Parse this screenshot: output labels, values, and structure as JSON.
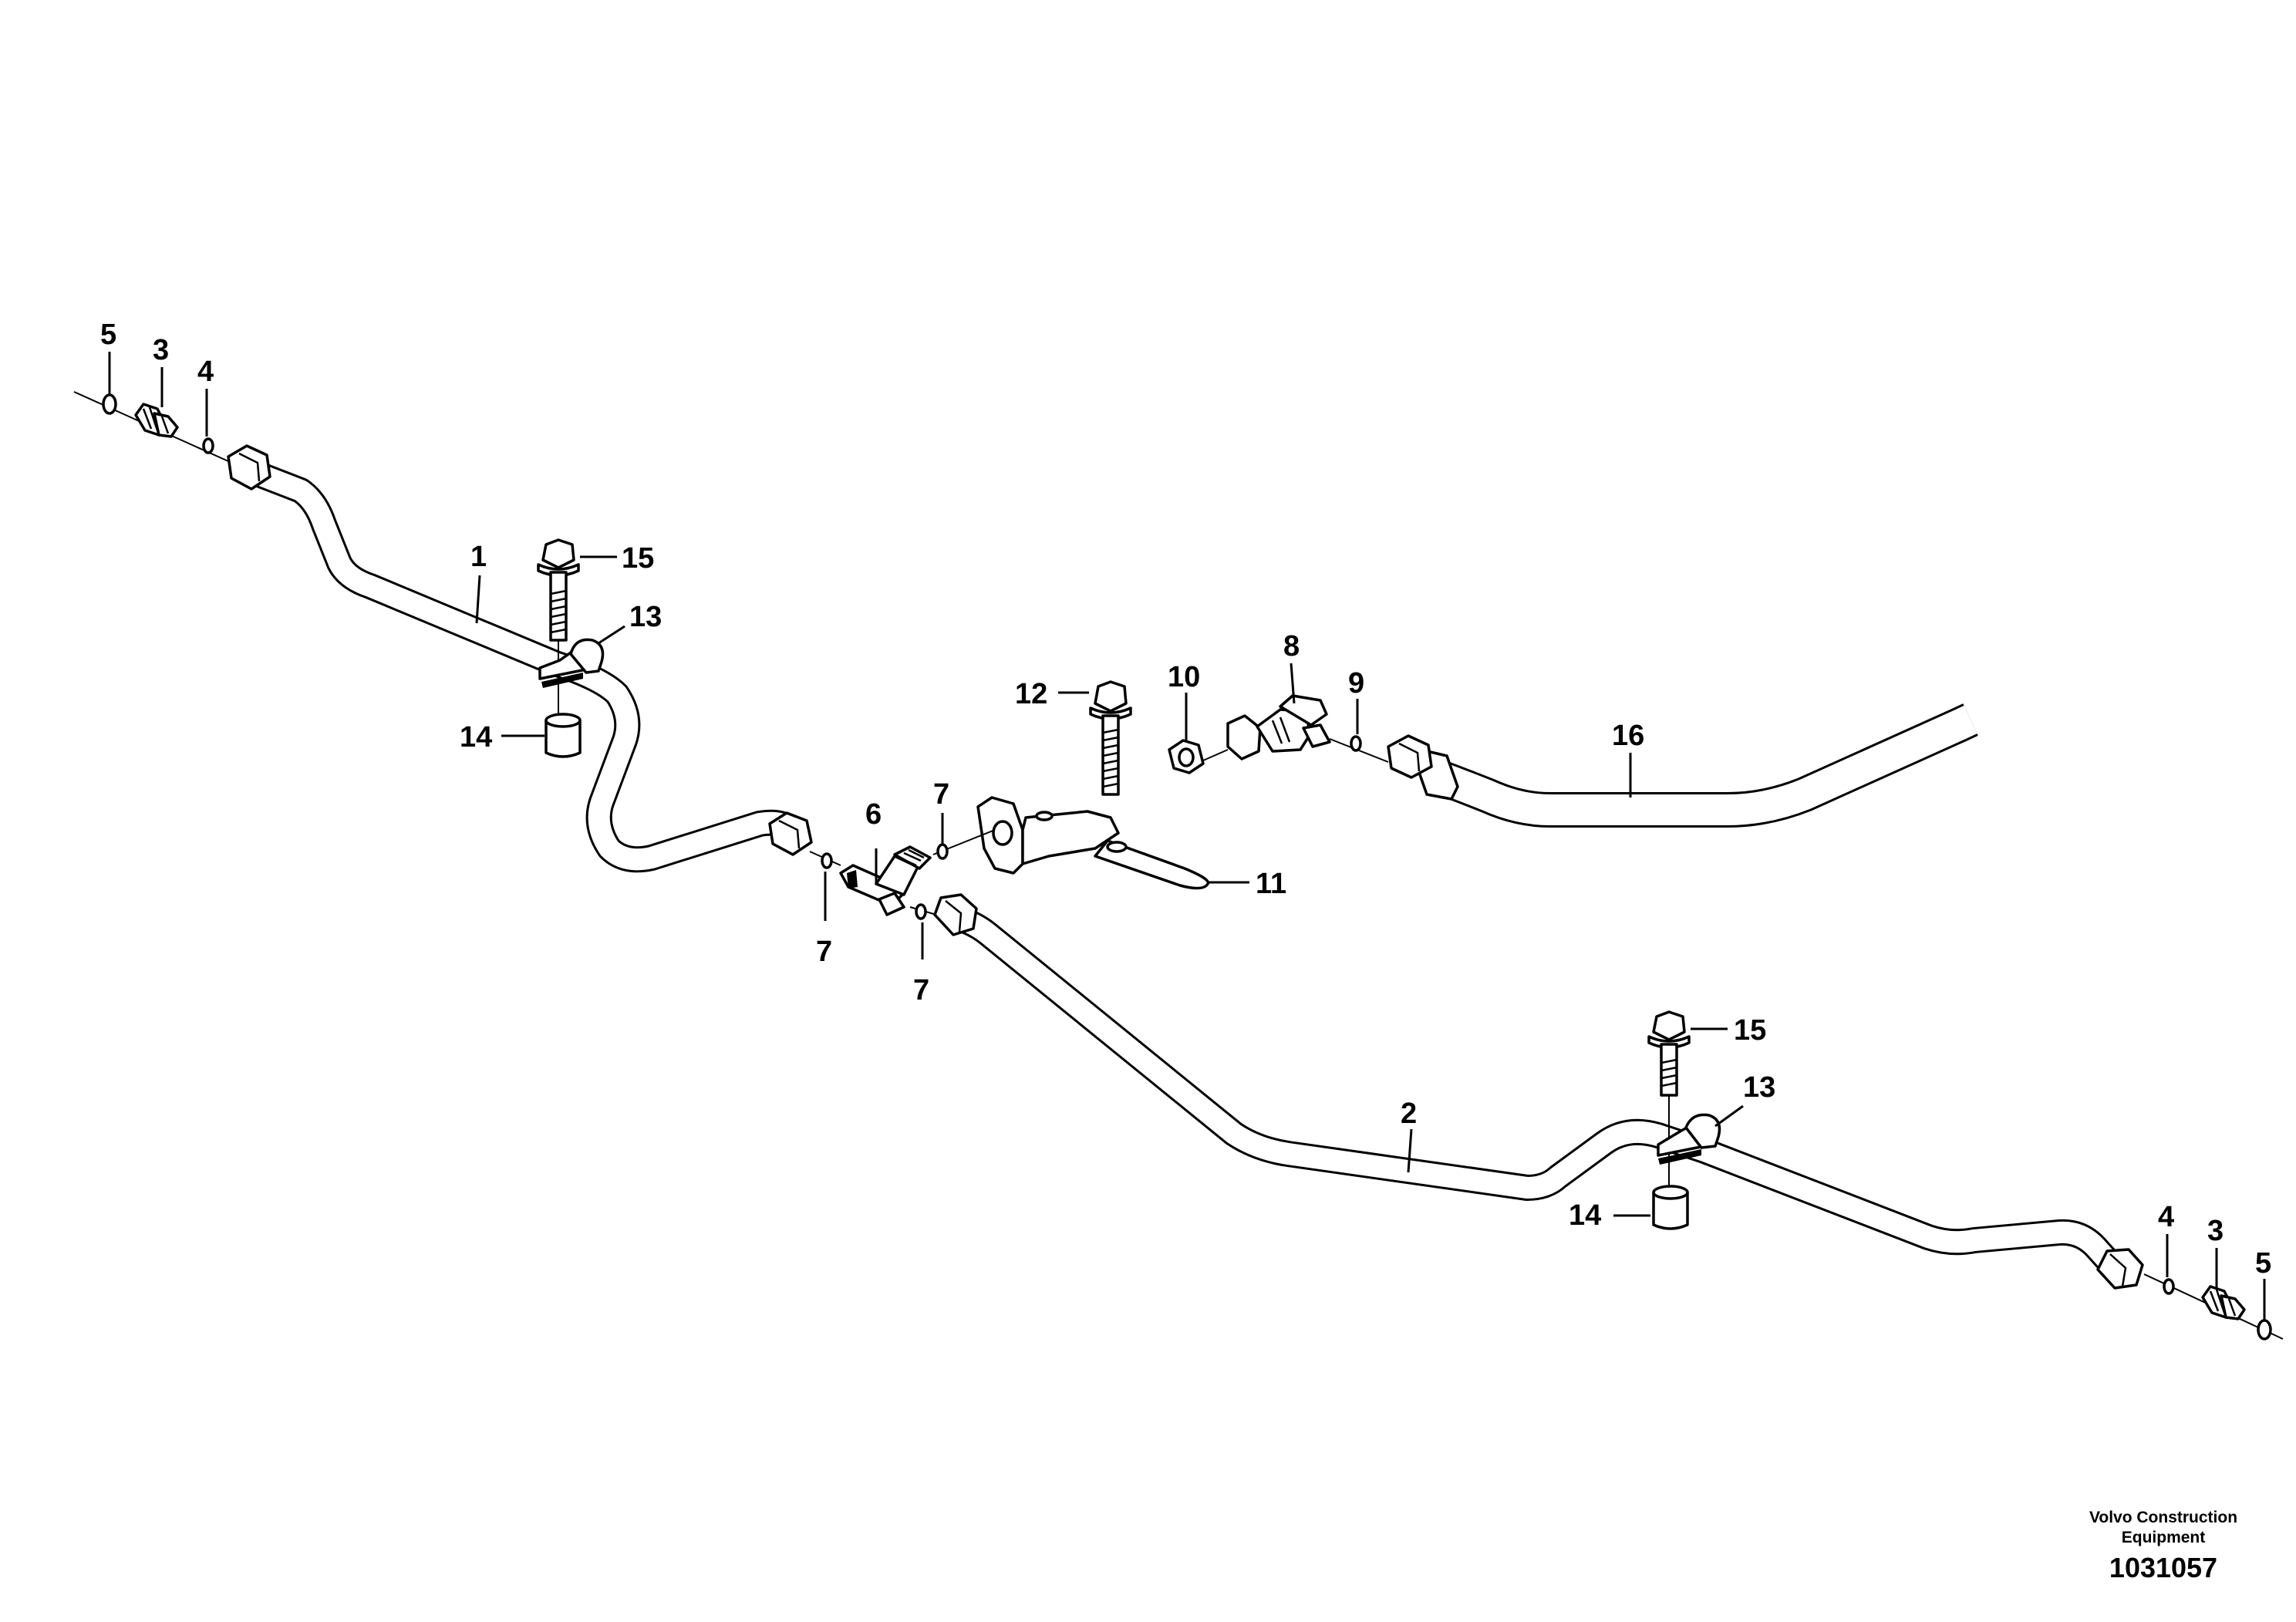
{
  "diagram": {
    "callouts": [
      "1",
      "2",
      "3",
      "3",
      "4",
      "4",
      "5",
      "5",
      "6",
      "7",
      "7",
      "7",
      "8",
      "9",
      "10",
      "11",
      "12",
      "13",
      "13",
      "14",
      "14",
      "15",
      "15",
      "16"
    ]
  },
  "footer": {
    "brand_line1": "Volvo Construction",
    "brand_line2": "Equipment",
    "drawing_number": "1031057"
  }
}
